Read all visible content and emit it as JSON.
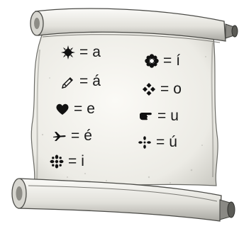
{
  "scroll": {
    "entries": [
      {
        "icon": "sun-burst-icon",
        "eq": "=",
        "letter": "a"
      },
      {
        "icon": "pencil-icon",
        "eq": "=",
        "letter": "á"
      },
      {
        "icon": "heart-icon",
        "eq": "=",
        "letter": "e"
      },
      {
        "icon": "airplane-icon",
        "eq": "=",
        "letter": "é"
      },
      {
        "icon": "snowflake-icon",
        "eq": "=",
        "letter": "i"
      },
      {
        "icon": "flower-icon",
        "eq": "=",
        "letter": "í"
      },
      {
        "icon": "diamond-cluster-icon",
        "eq": "=",
        "letter": "o"
      },
      {
        "icon": "pointing-hand-icon",
        "eq": "=",
        "letter": "u"
      },
      {
        "icon": "four-dots-cross-icon",
        "eq": "=",
        "letter": "ú"
      }
    ]
  },
  "colors": {
    "ink": "#1a1a1a",
    "paper": "#f4f2ec",
    "shadow": "#9a9a94"
  }
}
